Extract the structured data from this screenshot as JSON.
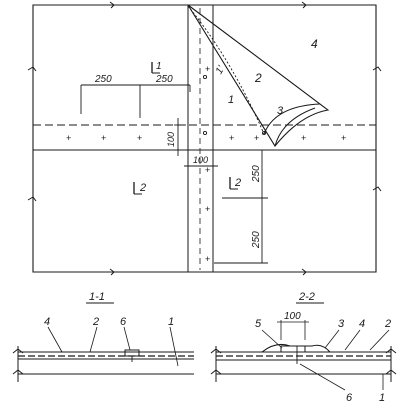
{
  "plan": {
    "dims": {
      "top_left": "250",
      "top_right": "250",
      "seam_width": "100",
      "lap_width": "100",
      "right_upper": "250",
      "right_lower": "250"
    },
    "callouts": {
      "one": "1",
      "two": "2",
      "three": "3",
      "four": "4",
      "angle_mark": "1'"
    },
    "section_marks": {
      "cut_1": "1",
      "cut_2_left": "2",
      "cut_2_right": "2"
    }
  },
  "sections": {
    "left": {
      "title": "1-1",
      "labels": [
        "4",
        "2",
        "6",
        "1"
      ]
    },
    "right": {
      "title": "2-2",
      "dim": "100",
      "labels": [
        "5",
        "3",
        "4",
        "2",
        "6",
        "1"
      ]
    }
  },
  "colors": {
    "ink": "#1a1a1a",
    "paper": "#ffffff"
  }
}
